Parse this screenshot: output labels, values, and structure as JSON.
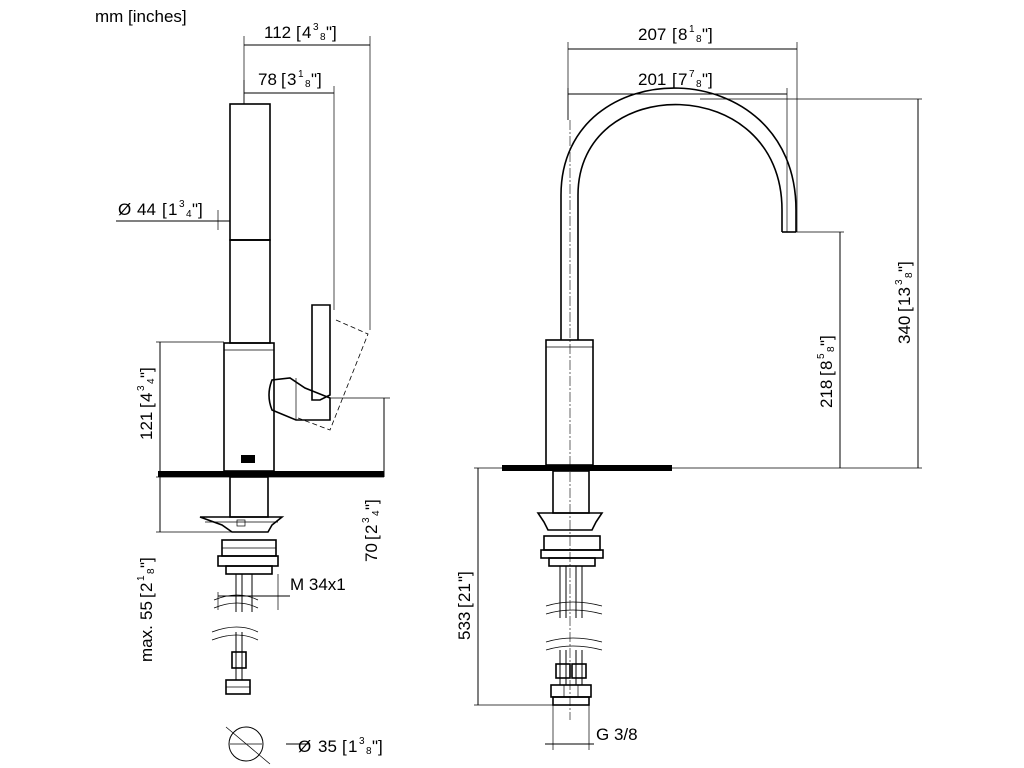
{
  "units_label": "mm [inches]",
  "side_view": {
    "width_total": {
      "mm": "112",
      "inch": "4",
      "num": "3",
      "den": "8"
    },
    "spout_reach": {
      "mm": "78",
      "inch": "3",
      "num": "1",
      "den": "8"
    },
    "diameter": {
      "prefix": "Ø",
      "mm": "44",
      "inch": "1",
      "num": "3",
      "den": "4"
    },
    "body_height": {
      "mm": "121",
      "inch": "4",
      "num": "3",
      "den": "4"
    },
    "lever_height": {
      "mm": "70",
      "inch": "2",
      "num": "3",
      "den": "4"
    },
    "max_thickness": {
      "prefix": "max.",
      "mm": "55",
      "inch": "2",
      "num": "1",
      "den": "8"
    },
    "thread": "M 34x1",
    "hole_diameter": {
      "prefix": "Ø",
      "mm": "35",
      "inch": "1",
      "num": "3",
      "den": "8"
    }
  },
  "front_view": {
    "overall_reach": {
      "mm": "207",
      "inch": "8",
      "num": "1",
      "den": "8"
    },
    "spout_reach": {
      "mm": "201",
      "inch": "7",
      "num": "7",
      "den": "8"
    },
    "total_height": {
      "mm": "340",
      "inch": "13",
      "num": "3",
      "den": "8"
    },
    "outlet_height": {
      "mm": "218",
      "inch": "8",
      "num": "5",
      "den": "8"
    },
    "hose_length": {
      "mm": "533",
      "inch": "21",
      "num": "",
      "den": ""
    },
    "connection": "G 3/8"
  }
}
